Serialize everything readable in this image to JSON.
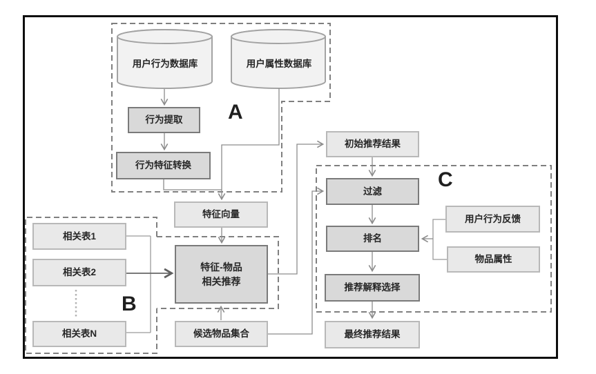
{
  "diagram": {
    "group_labels": {
      "a": "A",
      "b": "B",
      "c": "C"
    },
    "nodes": {
      "user_behavior_db": "用户行为数据库",
      "user_attribute_db": "用户属性数据库",
      "behavior_extraction": "行为提取",
      "behavior_feature_transform": "行为特征转换",
      "feature_vector": "特征向量",
      "feature_item_rec_line1": "特征-物品",
      "feature_item_rec_line2": "相关推荐",
      "related_table_1": "相关表1",
      "related_table_2": "相关表2",
      "related_table_n": "相关表N",
      "candidate_item_set": "候选物品集合",
      "initial_rec_result": "初始推荐结果",
      "filter": "过滤",
      "ranking": "排名",
      "rec_explanation_selection": "推荐解释选择",
      "user_behavior_feedback": "用户行为反馈",
      "item_attribute": "物品属性",
      "final_rec_result": "最终推荐结果"
    },
    "colors": {
      "process_box_fill": "#d9d9d9",
      "process_box_border": "#7a7a7a",
      "data_box_fill": "#e9e9e9",
      "data_box_border": "#b8b8b8",
      "cylinder_fill": "#f2f2f2",
      "cylinder_border": "#a3a3a3",
      "connector": "#8c8c8c",
      "dashed_group_border": "#7f7f7f",
      "frame_border": "#0d0d0d"
    }
  }
}
